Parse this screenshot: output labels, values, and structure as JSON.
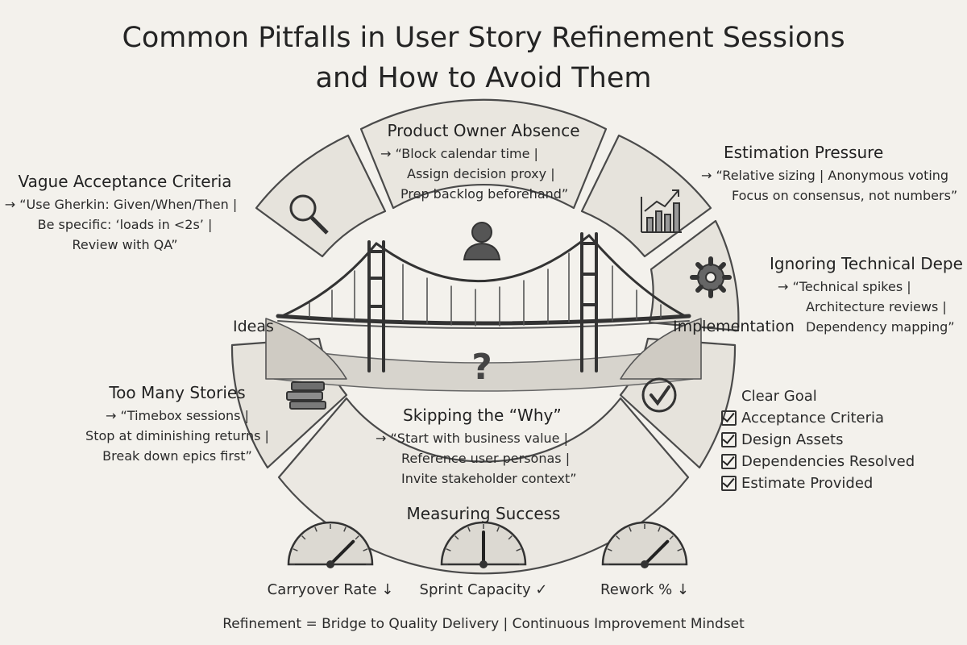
{
  "title": {
    "line1": "Common Pitfalls in User Story Refinement Sessions",
    "line2": "and How to Avoid Them"
  },
  "bridge": {
    "left_label": "Ideas",
    "right_label": "Implementation"
  },
  "pitfalls": {
    "vague": {
      "heading": "Vague Acceptance Criteria",
      "lines": [
        "→ “Use Gherkin: Given/When/Then |",
        "Be specific: ‘loads in <2s’ |",
        "Review with QA”"
      ]
    },
    "po": {
      "heading": "Product Owner Absence",
      "lines": [
        "→ “Block calendar time |",
        "Assign decision proxy |",
        "Prep backlog beforehand”"
      ]
    },
    "estimation": {
      "heading": "Estimation Pressure",
      "lines": [
        "→ “Relative sizing | Anonymous voting",
        "Focus on consensus, not numbers”"
      ]
    },
    "tech": {
      "heading": "Ignoring Technical Depe",
      "lines": [
        "→ “Technical spikes |",
        "Architecture reviews |",
        "Dependency mapping”"
      ]
    },
    "stories": {
      "heading": "Too Many Stories",
      "lines": [
        "→ “Timebox sessions |",
        "Stop at diminishing returns |",
        "Break down epics first”"
      ]
    },
    "why": {
      "heading": "Skipping the “Why”",
      "lines": [
        "→ “Start with business value |",
        "Reference user personas |",
        "Invite stakeholder context”"
      ]
    }
  },
  "checklist": {
    "heading": "Clear Goal",
    "items": [
      "Acceptance Criteria",
      "Design Assets",
      "Dependencies Resolved",
      "Estimate Provided"
    ]
  },
  "metrics": {
    "heading": "Measuring Success",
    "items": [
      {
        "label": "Carryover Rate ↓",
        "level": 0.75
      },
      {
        "label": "Sprint Capacity ✓",
        "level": 0.5
      },
      {
        "label": "Rework % ↓",
        "level": 0.75
      }
    ]
  },
  "footer": "Refinement = Bridge to Quality Delivery | Continuous Improvement Mindset",
  "icons": {
    "vague": "magnifier-icon",
    "po": "person-icon",
    "estimation": "bar-chart-icon",
    "tech": "gear-icon",
    "stories": "books-icon",
    "why": "question-mark-icon",
    "checklist": "checkmark-circle-icon"
  },
  "colors": {
    "background": "#f3f1ec",
    "ink": "#2a2a2a"
  }
}
